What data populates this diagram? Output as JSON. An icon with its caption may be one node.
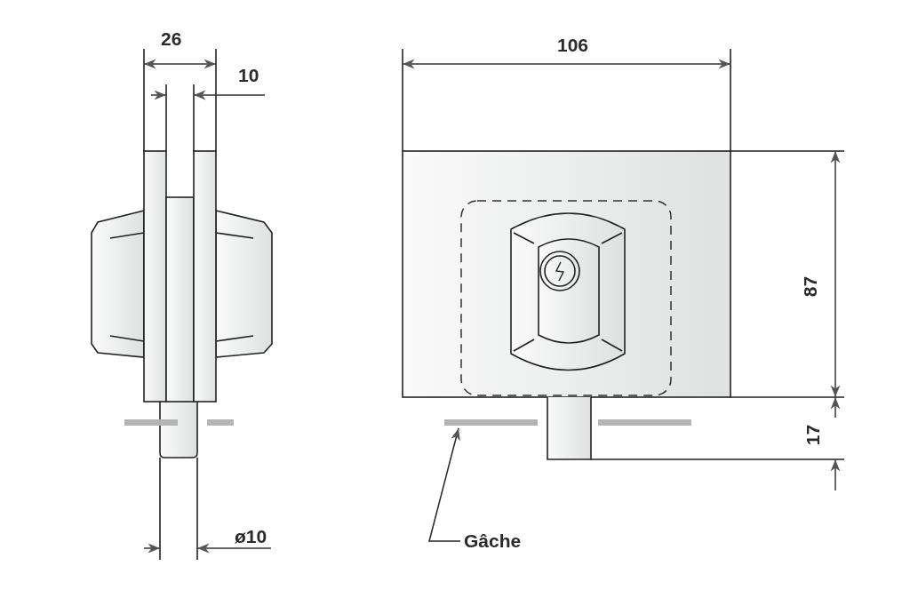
{
  "diagram": {
    "nodes": [
      {
        "text": [
          "Gâche"
        ]
      },
      {
        "text": [],
        "shape": "bar"
      }
    ],
    "edges": [
      {
        "from": 0,
        "to": 1,
        "arrow": "to"
      }
    ],
    "labels": [
      "26",
      "10",
      "106",
      "87",
      "17",
      "ø10"
    ]
  }
}
